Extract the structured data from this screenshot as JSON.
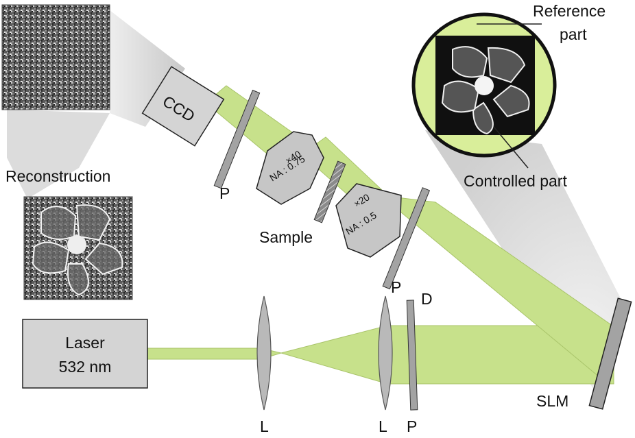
{
  "labels": {
    "reference_part": [
      "Reference",
      "part"
    ],
    "controlled_part": "Controlled part",
    "reconstruction": "Reconstruction",
    "sample": "Sample",
    "ccd": "CCD",
    "laser": [
      "Laser",
      "532 nm"
    ],
    "slm": "SLM",
    "polarizer": "P",
    "lens": "L",
    "diaphragm": "D",
    "objective_40": [
      "×40",
      "NA : 0.75"
    ],
    "objective_20": [
      "×20",
      "NA : 0.5"
    ]
  },
  "colors": {
    "beam": "#c7e18b",
    "beam_edge": "#a9c46a",
    "device_fill": "#d4d4d4",
    "slm_fill": "#a3a3a3",
    "inset_ring_fill": "#d9ee9a",
    "light_cone": "#e4e4e4"
  }
}
